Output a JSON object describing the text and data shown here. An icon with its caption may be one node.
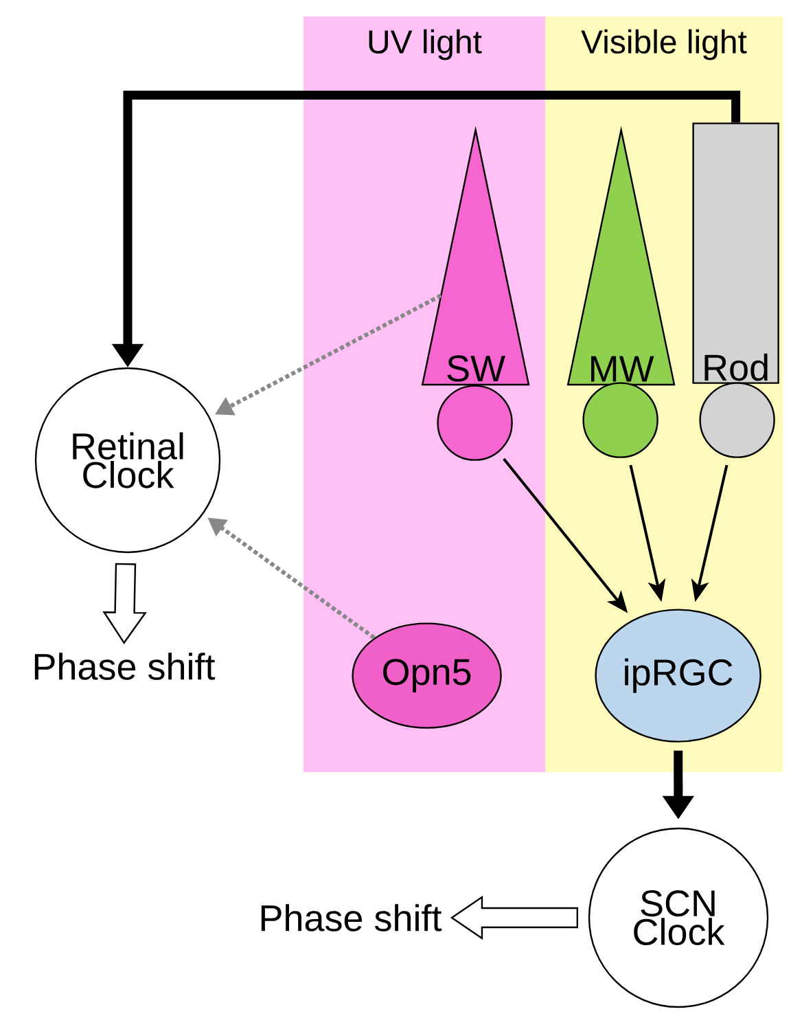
{
  "diagram": {
    "nodes": [
      {
        "text": [
          "UV light"
        ]
      },
      {
        "text": [
          "Visible light"
        ]
      },
      {
        "text": [
          "SW"
        ],
        "in": 0
      },
      {
        "text": [],
        "shape": "circle",
        "in": 0
      },
      {
        "text": [
          "MW"
        ],
        "in": 1
      },
      {
        "text": [],
        "shape": "circle",
        "in": 1
      },
      {
        "text": [
          "Rod"
        ],
        "in": 1
      },
      {
        "text": [],
        "shape": "circle",
        "in": 1
      },
      {
        "text": [
          "Opn5"
        ],
        "in": 0
      },
      {
        "text": [
          "ipRGC"
        ],
        "in": 1
      },
      {
        "text": [
          "Retinal Clock"
        ]
      },
      {
        "text": [
          "Phase shift"
        ]
      },
      {
        "text": [
          "SCN Clock"
        ]
      },
      {
        "text": [
          "Phase shift"
        ]
      }
    ],
    "edges": [
      {
        "from": 6,
        "to": 10,
        "arrow": "to",
        "style": "thick"
      },
      {
        "from": 2,
        "to": 10,
        "arrow": "to",
        "style": "dashed",
        "color": "#888888"
      },
      {
        "from": 8,
        "to": 10,
        "arrow": "to",
        "style": "dashed",
        "color": "#888888"
      },
      {
        "from": 3,
        "to": 9,
        "arrow": "to"
      },
      {
        "from": 5,
        "to": 9,
        "arrow": "to"
      },
      {
        "from": 7,
        "to": 9,
        "arrow": "to"
      },
      {
        "from": 9,
        "to": 12,
        "arrow": "to",
        "style": "thick"
      },
      {
        "from": 10,
        "to": 11,
        "arrow": "to",
        "style": "thick",
        "color": "#ffffff"
      },
      {
        "from": 12,
        "to": 13,
        "arrow": "to",
        "style": "thick",
        "color": "#ffffff"
      }
    ]
  }
}
